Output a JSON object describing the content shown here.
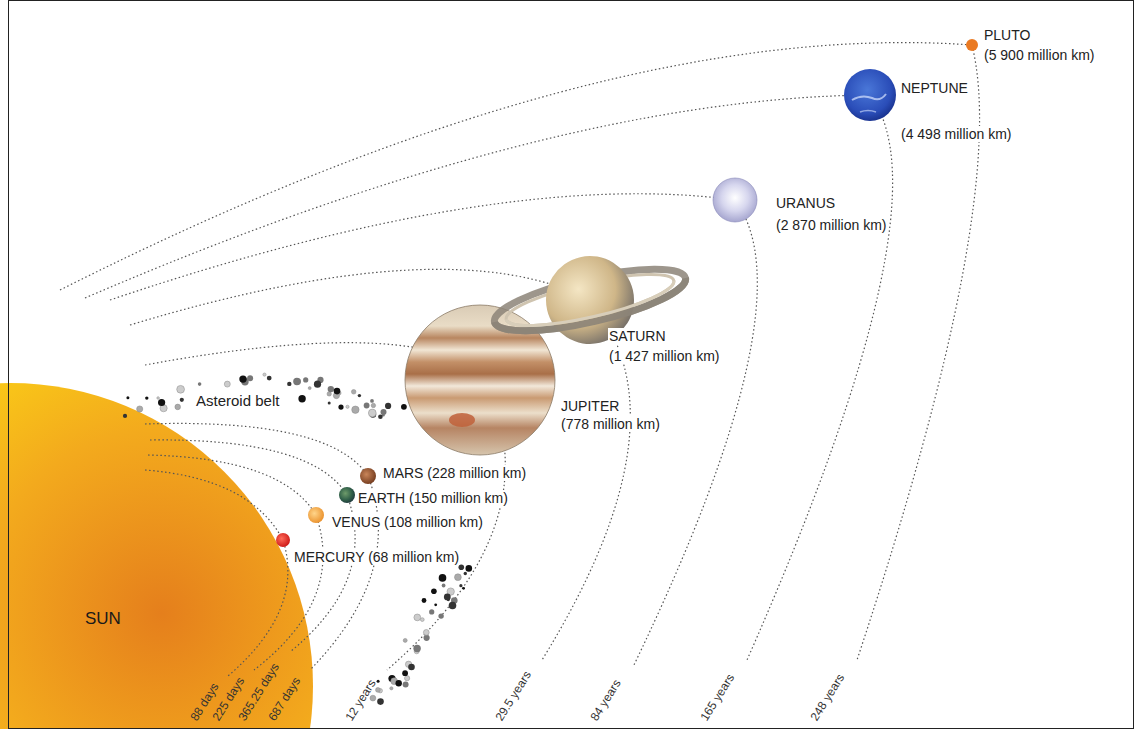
{
  "diagram": {
    "nodes": [
      {
        "text": [
          "SUN"
        ]
      }
    ],
    "labels": [
      "Asteroid belt",
      "PLUTO",
      "(5 900 million km)",
      "NEPTUNE",
      "(4 498 million km)",
      "URANUS",
      "(2 870 million km)",
      "SATURN",
      "(1 427 million km)",
      "JUPITER",
      "(778 million km)",
      "MARS (228 million km)",
      "EARTH (150 million km)",
      "VENUS (108 million km)",
      "MERCURY (68 million km)",
      "88 days",
      "225 days",
      "365.25 days",
      "687 days",
      "12 years",
      "29.5 years",
      "84 years",
      "165 years",
      "248 years"
    ]
  }
}
